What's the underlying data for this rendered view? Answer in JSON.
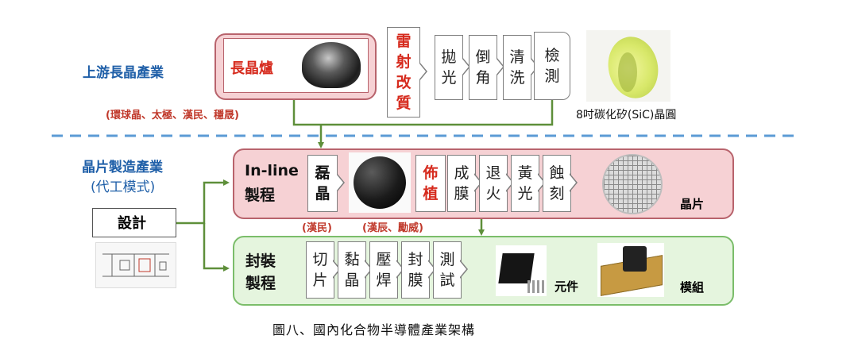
{
  "upstream": {
    "title": "上游長晶產業",
    "furnace_label": "長晶爐",
    "companies": "(環球晶、太極、漢民、穩晟)",
    "laser": [
      "雷",
      "射",
      "改",
      "質"
    ],
    "steps": [
      [
        "拋",
        "光"
      ],
      [
        "倒",
        "角"
      ],
      [
        "清",
        "洗"
      ],
      [
        "檢",
        "測"
      ]
    ],
    "wafer_caption": "8吋碳化矽(SiC)晶圓"
  },
  "wafer_mfg": {
    "title": "晶片製造產業",
    "subtitle": "(代工模式)",
    "design_label": "設計",
    "inline": {
      "label_line1": "In-line",
      "label_line2": "製程",
      "epi": [
        "磊",
        "晶"
      ],
      "implant": [
        "佈",
        "植"
      ],
      "steps": [
        [
          "成",
          "膜"
        ],
        [
          "退",
          "火"
        ],
        [
          "黃",
          "光"
        ],
        [
          "蝕",
          "刻"
        ]
      ],
      "result": "晶片",
      "epi_company": "(漢民)",
      "implant_companies": "(漢辰、勵威)"
    },
    "packaging": {
      "label_line1": "封裝",
      "label_line2": "製程",
      "steps": [
        [
          "切",
          "片"
        ],
        [
          "黏",
          "晶"
        ],
        [
          "壓",
          "焊"
        ],
        [
          "封",
          "膜"
        ],
        [
          "測",
          "試"
        ]
      ],
      "component": "元件",
      "module": "模組"
    }
  },
  "caption": "圖八、國內化合物半導體產業架構",
  "colors": {
    "arrow_green": "#5e8f3a",
    "dash_blue": "#5b9bd5",
    "pink_fill": "#f6d1d4",
    "green_fill": "#e5f5de"
  }
}
